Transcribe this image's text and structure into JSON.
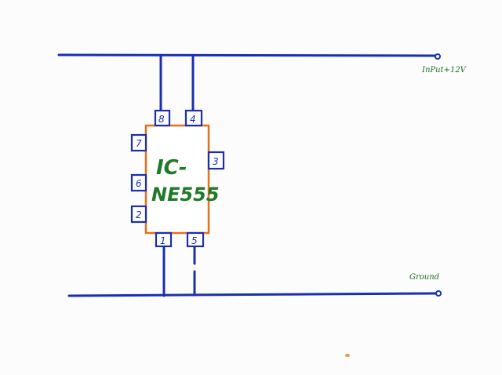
{
  "rails": {
    "top_label": "InPut+12V",
    "bottom_label": "Ground"
  },
  "chip": {
    "line1": "IC-",
    "line2": "NE555"
  },
  "pins": {
    "p8": "8",
    "p4": "4",
    "p7": "7",
    "p6": "6",
    "p2": "2",
    "p3": "3",
    "p1": "1",
    "p5": "5"
  },
  "colors": {
    "wire": "#1a2fb0",
    "chip_outline": "#e4701c",
    "chip_text": "#1f7a2a"
  }
}
